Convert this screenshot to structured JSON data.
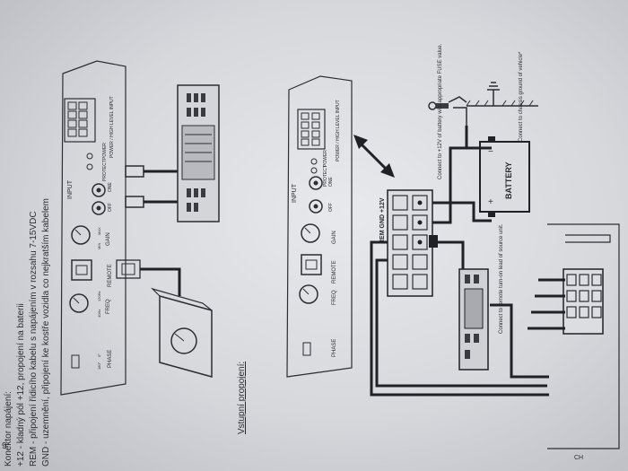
{
  "intro": {
    "lines": [
      "Konektor napájení:",
      "+12 - kladný pól +12, propojení na baterii",
      "REM - připojení řídicího kabelu s napájením v rozsahu 7-15VDC",
      "GND - uzemnění, připojení ke kostře vozidla co nejkratším kabelem"
    ],
    "step_number": "9"
  },
  "left_panel": {
    "labels": {
      "phase": "PHASE",
      "phase_0": "0°",
      "phase_180": "180°",
      "freq": "FREQ",
      "freq_min": "40Hz",
      "freq_max": "120Hz",
      "remote": "REMOTE",
      "gain": "GAIN",
      "gain_min": "MIN",
      "gain_max": "MAX",
      "input": "INPUT",
      "off": "OFF",
      "one": "ONE",
      "power": "POWER",
      "protect": "PROTECT",
      "hi_level": "POWER / HIGH LEVEL INPUT"
    }
  },
  "right_panel": {
    "title": "Vstupní propojení:",
    "labels": {
      "phase": "PHASE",
      "freq": "FREQ",
      "remote": "REMOTE",
      "gain": "GAIN",
      "input": "INPUT",
      "off": "OFF",
      "one": "ONE",
      "power": "POWER",
      "protect": "PROTECT",
      "hi_level": "POWER / HIGH LEVEL INPUT"
    },
    "terminal_label": "REM  GND  +12V",
    "battery_label": "BATTERY",
    "battery_plus": "+",
    "battery_minus": "−",
    "fuse_note": "Connect to +12V of battery with appropriate FUSE value.",
    "chassis_note": "Connect to chassis ground of vehicle*",
    "remote_note": "Connect to remote turn-on lead of source unit.",
    "speaker_label": "CH"
  }
}
